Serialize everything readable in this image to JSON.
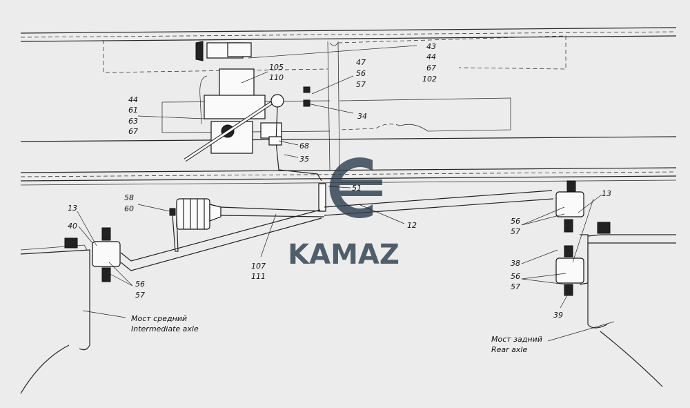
{
  "callouts": {
    "c43_44_67_102": [
      "43",
      "44",
      "67",
      "102"
    ],
    "c105_110": [
      "105",
      "110"
    ],
    "c47_56_57": [
      "47",
      "56",
      "57"
    ],
    "c34": "34",
    "c44_61_63_67": [
      "44",
      "61",
      "63",
      "67"
    ],
    "c68": "68",
    "c35": "35",
    "c51": "51",
    "c58_60": [
      "58",
      "60"
    ],
    "c12": "12",
    "c13_left": "13",
    "c40": "40",
    "c56_57_left": [
      "56",
      "57"
    ],
    "c107_111": [
      "107",
      "111"
    ],
    "c13_right": "13",
    "c56_57_right_top": [
      "56",
      "57"
    ],
    "c38": "38",
    "c56_57_right_bottom": [
      "56",
      "57"
    ],
    "c39": "39"
  },
  "axle_labels": {
    "intermediate_ru": "Мост средний",
    "intermediate_en": "Intermediate axle",
    "rear_ru": "Мост задний",
    "rear_en": "Rear axle"
  },
  "logo": {
    "text": "KAMAZ",
    "color": "#2f3f4f"
  }
}
